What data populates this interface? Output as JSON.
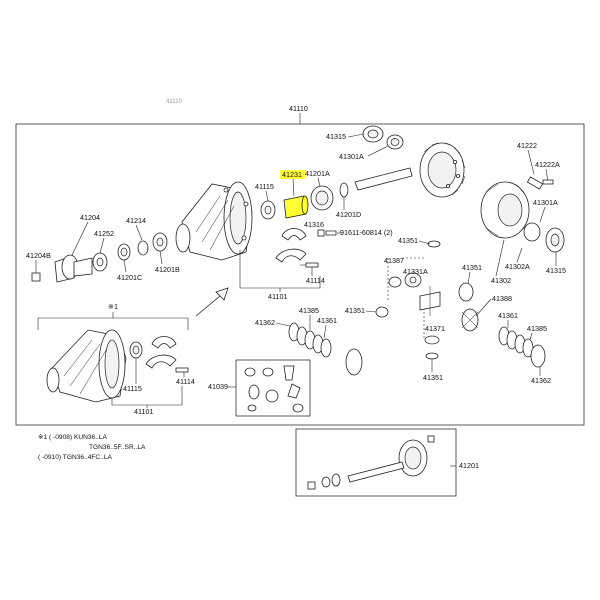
{
  "palette": {
    "line": "#222222",
    "highlight": "#ffff33",
    "background": "#ffffff",
    "faint_text": "#9a9a9a"
  },
  "header": {
    "faint_code": "41110",
    "main_label": "41110"
  },
  "labels": {
    "p41315_top": "41315",
    "p41301a_top": "41301A",
    "p41222": "41222",
    "p41222a": "41222A",
    "p41115": "41115",
    "p41231": "41231",
    "p41201a": "41201A",
    "p41201d": "41201D",
    "p41316": "41316",
    "p91611": "91611-60814 (2)",
    "p41204": "41204",
    "p41214": "41214",
    "p41252": "41252",
    "p41204b": "41204B",
    "p41201c": "41201C",
    "p41201b": "41201B",
    "p41114_top": "41114",
    "p41101_top": "41101",
    "p41351_a": "41351",
    "p41387": "41387",
    "p41331a": "41331A",
    "p41351_b": "41351",
    "p41302": "41302",
    "p41301a_r": "41301A",
    "p41302a": "41302A",
    "p41315_r": "41315",
    "p41388": "41388",
    "p41351_c": "41351",
    "p41362_l": "41362",
    "p41385_l": "41385",
    "p41361_l": "41361",
    "p41371": "41371",
    "p41361_r": "41361",
    "p41385_r": "41385",
    "p41362_r": "41362",
    "p41351_d": "41351",
    "star_mark": "※1",
    "p41115_sub": "41115",
    "p41114_sub": "41114",
    "p41101_sub": "41101",
    "p41039": "41039",
    "p41201": "41201"
  },
  "notes": {
    "line1": "※1 (    -0908) KUN36..LA",
    "line2": "TGN36..5F..SR..LA",
    "line3": "(    -0910) TGN36..4FC..LA"
  },
  "highlighted_part": "41231"
}
